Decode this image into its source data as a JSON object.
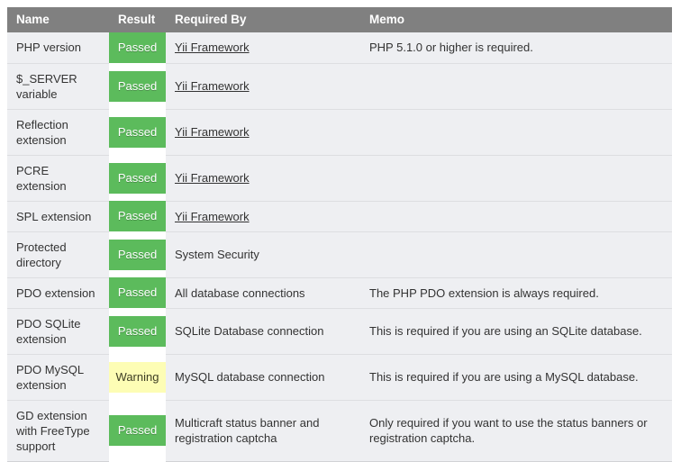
{
  "table": {
    "columns": [
      {
        "key": "name",
        "label": "Name"
      },
      {
        "key": "result",
        "label": "Result"
      },
      {
        "key": "req",
        "label": "Required By"
      },
      {
        "key": "memo",
        "label": "Memo"
      }
    ],
    "colors": {
      "header_bg": "#808080",
      "header_text": "#ffffff",
      "row_bg": "#eeeff2",
      "passed_bg": "#5cbb5c",
      "passed_text": "#ffffff",
      "warning_bg": "#fdfdb5",
      "warning_text": "#3d3d24",
      "body_text": "#333333"
    },
    "rows": [
      {
        "name": "PHP version",
        "result": "Passed",
        "result_state": "passed",
        "required_by": "Yii Framework",
        "required_by_is_link": true,
        "memo": "PHP 5.1.0 or higher is required."
      },
      {
        "name": "$_SERVER variable",
        "result": "Passed",
        "result_state": "passed",
        "required_by": "Yii Framework",
        "required_by_is_link": true,
        "memo": ""
      },
      {
        "name": "Reflection extension",
        "result": "Passed",
        "result_state": "passed",
        "required_by": "Yii Framework",
        "required_by_is_link": true,
        "memo": ""
      },
      {
        "name": "PCRE extension",
        "result": "Passed",
        "result_state": "passed",
        "required_by": "Yii Framework",
        "required_by_is_link": true,
        "memo": ""
      },
      {
        "name": "SPL extension",
        "result": "Passed",
        "result_state": "passed",
        "required_by": "Yii Framework",
        "required_by_is_link": true,
        "memo": ""
      },
      {
        "name": "Protected directory",
        "result": "Passed",
        "result_state": "passed",
        "required_by": "System Security",
        "required_by_is_link": false,
        "memo": ""
      },
      {
        "name": "PDO extension",
        "result": "Passed",
        "result_state": "passed",
        "required_by": "All database connections",
        "required_by_is_link": false,
        "memo": "The PHP PDO extension is always required."
      },
      {
        "name": "PDO SQLite extension",
        "result": "Passed",
        "result_state": "passed",
        "required_by": "SQLite Database connection",
        "required_by_is_link": false,
        "memo": "This is required if you are using an SQLite database."
      },
      {
        "name": "PDO MySQL extension",
        "result": "Warning",
        "result_state": "warning",
        "required_by": "MySQL database connection",
        "required_by_is_link": false,
        "memo": "This is required if you are using a MySQL database."
      },
      {
        "name": "GD extension with FreeType support",
        "result": "Passed",
        "result_state": "passed",
        "required_by": "Multicraft status banner and registration captcha",
        "required_by_is_link": false,
        "memo": "Only required if you want to use the status banners or registration captcha."
      }
    ]
  }
}
